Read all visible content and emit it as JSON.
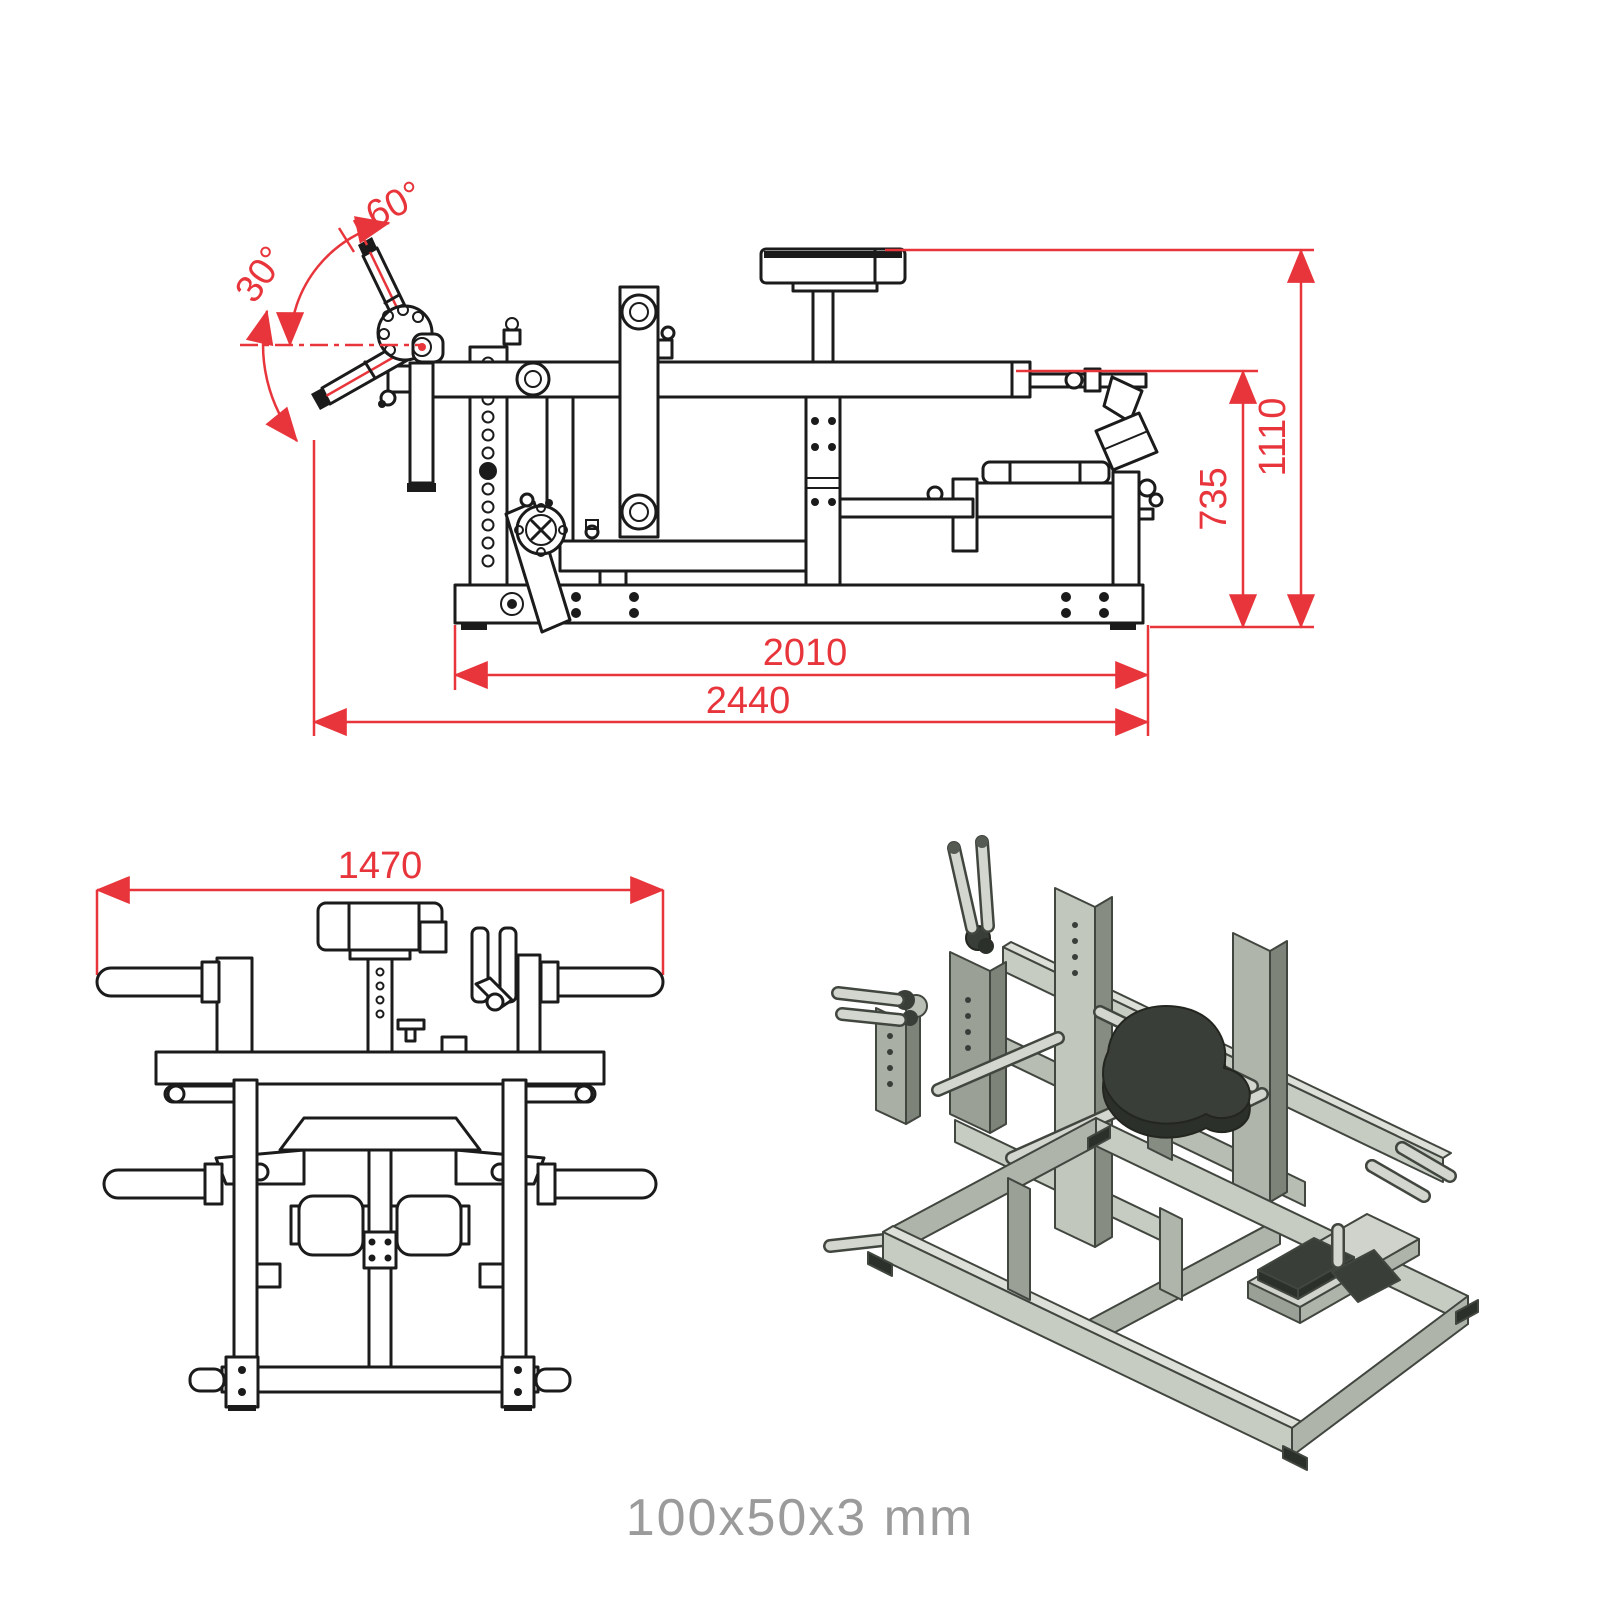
{
  "dimensions": {
    "angle_upper": "60°",
    "angle_lower": "30°",
    "overall_height": "1110",
    "arm_height": "735",
    "base_length": "2010",
    "overall_length": "2440",
    "overall_width": "1470"
  },
  "caption": "100x50x3 mm",
  "colors": {
    "dimension_red": "#e8353b",
    "line_black": "#1b1b1b",
    "caption_gray": "#9b9b9b",
    "iso_frame_light": "#c7ccc3",
    "iso_frame_dark": "#878d83",
    "iso_pad_dark": "#3a3e39",
    "background": "#ffffff"
  }
}
